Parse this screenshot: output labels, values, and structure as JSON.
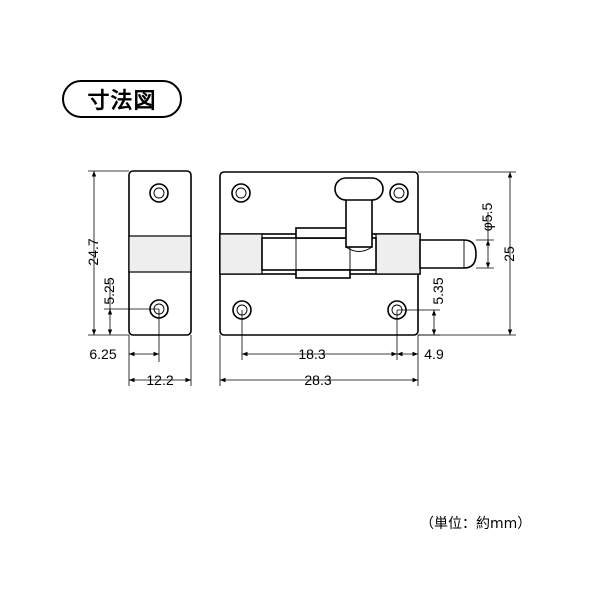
{
  "title": "寸法図",
  "unit_note": "（単位：約mm）",
  "dimensions": {
    "height_total": "24.7",
    "hole_from_bottom_left": "5.25",
    "hole_from_left_edge": "6.25",
    "plate_width_left": "12.2",
    "hole_spacing": "18.3",
    "hole_to_right_edge": "4.9",
    "width_total": "28.3",
    "hole_from_bottom_right": "5.35",
    "bolt_diameter": "φ5.5",
    "height_right": "25"
  }
}
